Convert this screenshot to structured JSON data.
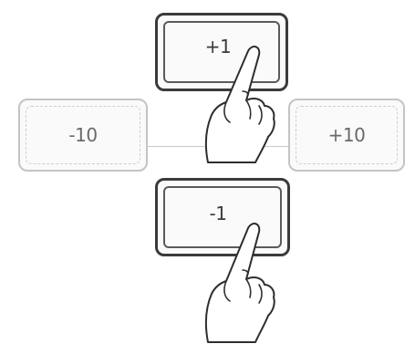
{
  "keys": {
    "plus1": "+1",
    "minus1": "-1",
    "minus10": "-10",
    "plus10": "+10"
  },
  "colors": {
    "pressed_key_border": "#3b3b3b",
    "faint_key_border": "#c4c4c4",
    "guide_line": "#c9c9c9"
  },
  "icons": [
    "pointing-hand-icon",
    "pointing-hand-icon"
  ]
}
